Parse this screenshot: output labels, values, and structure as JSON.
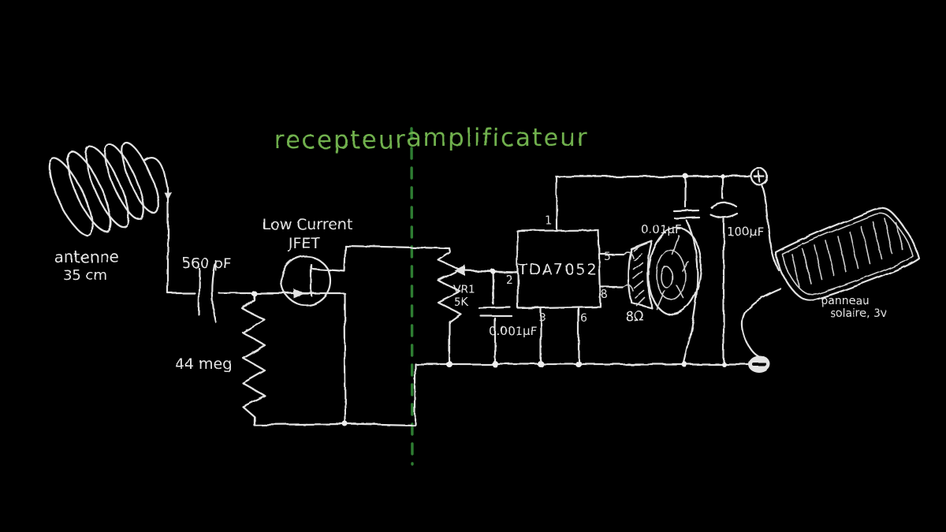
{
  "canvas": {
    "background_color": "#000000",
    "chalk_color": "#e3e3e3",
    "section_text_color": "#6fb04e",
    "divider_color": "#2e7d32"
  },
  "sections": {
    "receiver": "recepteur",
    "amplifier": "amplificateur"
  },
  "components": {
    "antenna": {
      "name": "antenne",
      "size": "35 cm"
    },
    "input_capacitor": {
      "value": "560 pF"
    },
    "jfet": {
      "desc": "Low Current",
      "type": "JFET"
    },
    "bias_resistor": {
      "value": "44 meg"
    },
    "volume_pot": {
      "ref": "VR1",
      "value": "5K"
    },
    "filter_capacitor": {
      "value": "0.001μF"
    },
    "amp_ic": {
      "part": "TDA7052",
      "pins": {
        "p1": "1",
        "p2": "2",
        "p3": "3",
        "p5": "5",
        "p6": "6",
        "p8": "8"
      }
    },
    "decoupling_capacitor": {
      "value": "0.01μF"
    },
    "bulk_capacitor": {
      "value": "100μF"
    },
    "speaker": {
      "impedance": "8Ω"
    },
    "solar_panel": {
      "name": "panneau",
      "detail": "solaire, 3v"
    },
    "power": {
      "plus": "+",
      "minus": "−"
    }
  }
}
